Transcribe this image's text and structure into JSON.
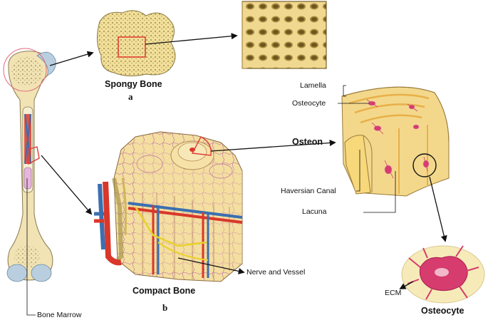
{
  "labels": {
    "spongy_bone": "Spongy Bone",
    "letter_a": "a",
    "compact_bone": "Compact Bone",
    "letter_b": "b",
    "lamella": "Lamella",
    "osteocyte_top": "Osteocyte",
    "osteon": "Osteon",
    "haversian_canal": "Haversian Canal",
    "lacuna": "Lacuna",
    "nerve_and_vessel": "Nerve and Vessel",
    "ecm": "ECM",
    "osteocyte_cell": "Osteocyte",
    "bone_marrow": "Bone Marrow"
  },
  "colors": {
    "bone": "#f2e2a8",
    "bone_dark": "#d9b96a",
    "cartilage": "#b9cfe0",
    "artery": "#d9372a",
    "vein": "#3b6fb0",
    "nerve": "#e8d22a",
    "lacuna_pink": "#d63c6e",
    "zoom_ring": "#e26a7c"
  }
}
